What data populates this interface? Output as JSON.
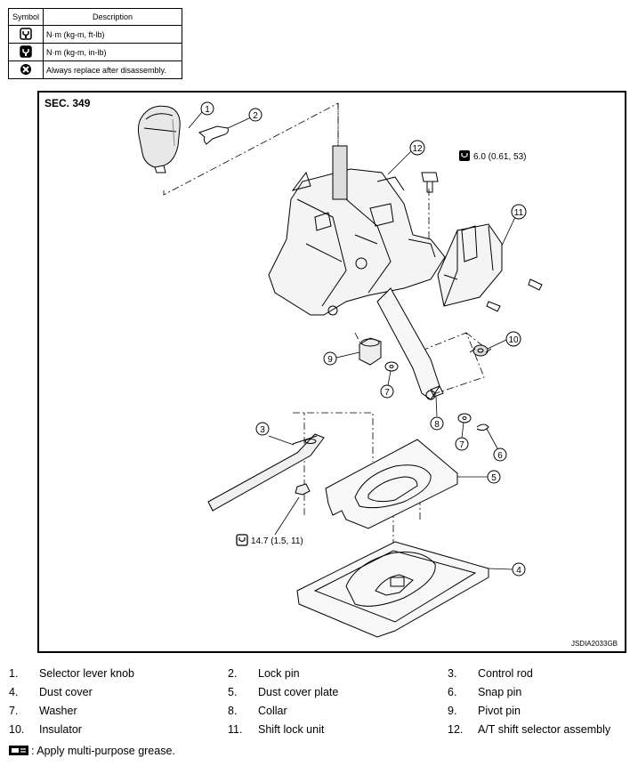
{
  "legend": {
    "header_symbol": "Symbol",
    "header_description": "Description",
    "rows": [
      {
        "icon": "torque-wrench-icon",
        "description": "N·m (kg-m, ft-lb)"
      },
      {
        "icon": "torque-wrench-small-icon",
        "description": "N·m (kg-m, in-lb)"
      },
      {
        "icon": "always-replace-icon",
        "description": "Always replace after disassembly."
      }
    ]
  },
  "diagram": {
    "section": "SEC. 349",
    "figure_id": "JSDIA2033GB",
    "callouts": [
      "1",
      "2",
      "3",
      "4",
      "5",
      "6",
      "7",
      "7",
      "8",
      "9",
      "10",
      "11",
      "12"
    ],
    "torque_upper": "6.0 (0.61, 53)",
    "torque_lower": "14.7 (1.5, 11)"
  },
  "parts": [
    {
      "num": "1.",
      "name": "Selector lever knob"
    },
    {
      "num": "2.",
      "name": "Lock pin"
    },
    {
      "num": "3.",
      "name": "Control rod"
    },
    {
      "num": "4.",
      "name": "Dust cover"
    },
    {
      "num": "5.",
      "name": "Dust cover plate"
    },
    {
      "num": "6.",
      "name": "Snap pin"
    },
    {
      "num": "7.",
      "name": "Washer"
    },
    {
      "num": "8.",
      "name": "Collar"
    },
    {
      "num": "9.",
      "name": "Pivot pin"
    },
    {
      "num": "10.",
      "name": "Insulator"
    },
    {
      "num": "11.",
      "name": "Shift lock unit"
    },
    {
      "num": "12.",
      "name": "A/T shift selector assembly"
    }
  ],
  "grease_note": ": Apply multi-purpose grease."
}
